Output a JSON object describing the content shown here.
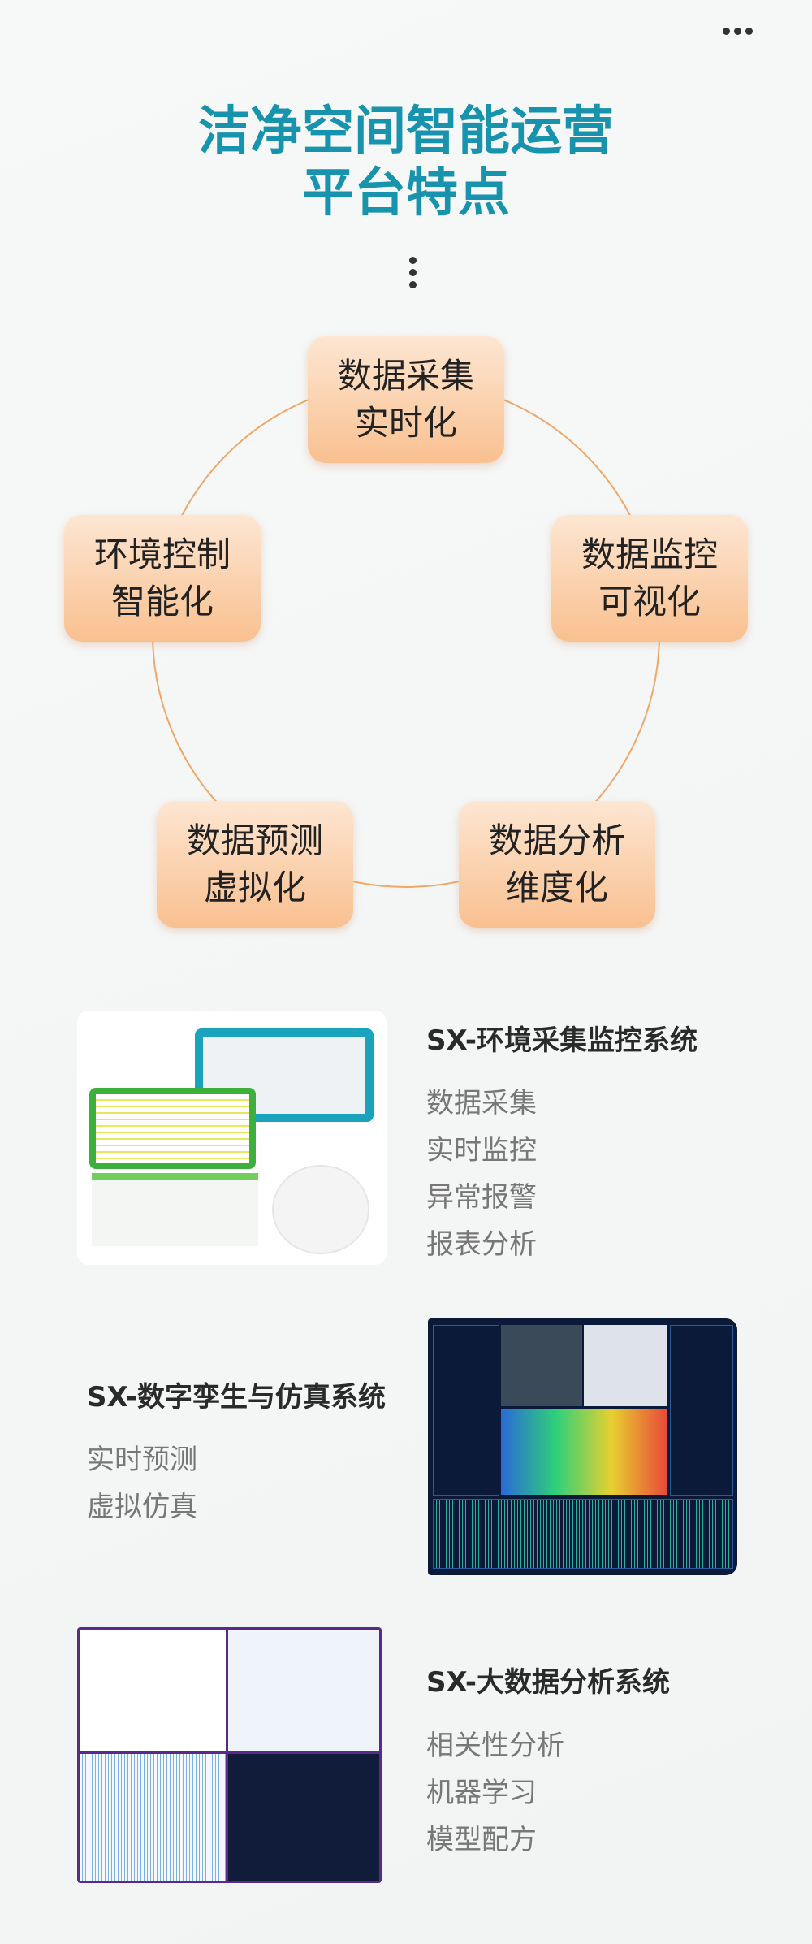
{
  "header": {
    "title_line1": "洁净空间智能运营",
    "title_line2": "平台特点"
  },
  "features": [
    {
      "line1": "数据采集",
      "line2": "实时化"
    },
    {
      "line1": "数据监控",
      "line2": "可视化"
    },
    {
      "line1": "数据分析",
      "line2": "维度化"
    },
    {
      "line1": "数据预测",
      "line2": "虚拟化"
    },
    {
      "line1": "环境控制",
      "line2": "智能化"
    }
  ],
  "systems": [
    {
      "title": "SX-环境采集监控系统",
      "items": [
        "数据采集",
        "实时监控",
        "异常报警",
        "报表分析"
      ]
    },
    {
      "title": "SX-数字孪生与仿真系统",
      "items": [
        "实时预测",
        "虚拟仿真"
      ]
    },
    {
      "title": "SX-大数据分析系统",
      "items": [
        "相关性分析",
        "机器学习",
        "模型配方"
      ]
    }
  ],
  "colors": {
    "title": "#1793ad",
    "ring": "#f0a868"
  }
}
